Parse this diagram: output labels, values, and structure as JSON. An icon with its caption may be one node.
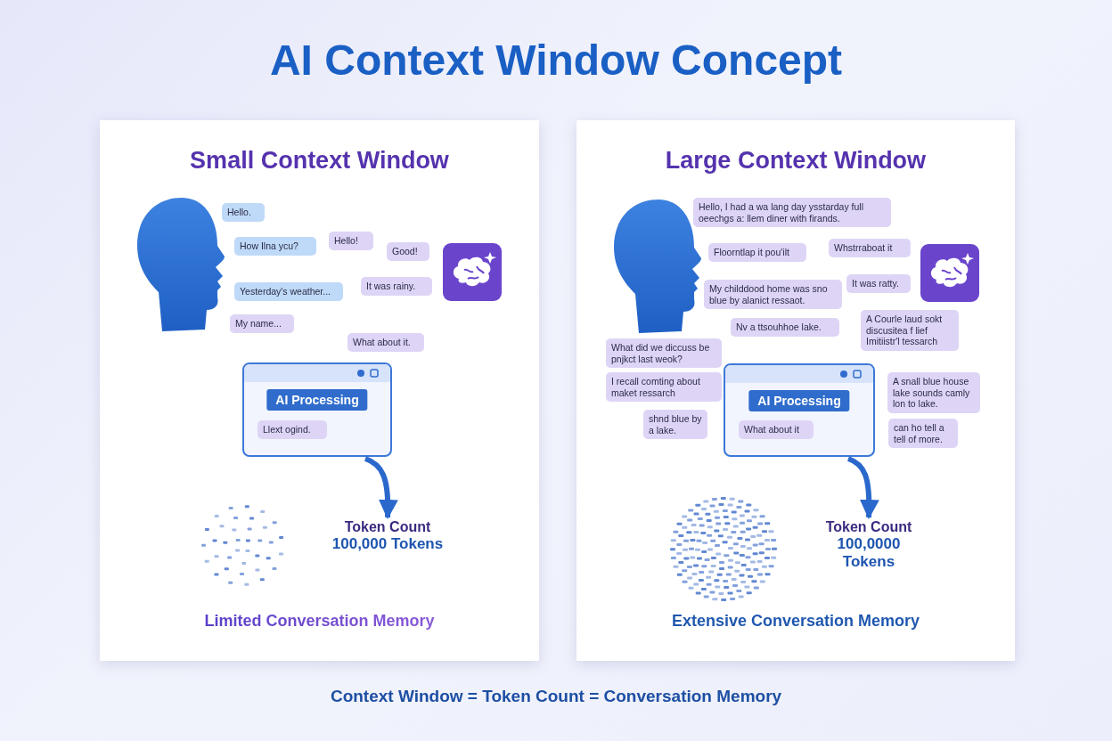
{
  "diagram": {
    "title": "AI Context Window Concept",
    "caption": "Context Window = Token Count = Conversation Memory",
    "nodes": [
      {
        "text": [
          "Small Context Window",
          "Limited Conversation Memory"
        ]
      },
      {
        "text": [
          "Hello."
        ],
        "in": 0
      },
      {
        "text": [
          "How Ilna ycu?"
        ],
        "in": 0
      },
      {
        "text": [
          "Hello!"
        ],
        "in": 0
      },
      {
        "text": [
          "Good!"
        ],
        "in": 0
      },
      {
        "text": [
          "Yesterday's weather..."
        ],
        "in": 0
      },
      {
        "text": [
          "It was rainy."
        ],
        "in": 0
      },
      {
        "text": [
          "My name..."
        ],
        "in": 0
      },
      {
        "text": [
          "What about it."
        ],
        "in": 0
      },
      {
        "text": [
          "AI Processing"
        ],
        "in": 0
      },
      {
        "text": [
          "Llext ogind."
        ],
        "in": 9
      },
      {
        "text": [
          "Token Count",
          "100,000 Tokens"
        ],
        "in": 0
      },
      {
        "text": [
          "Large Context Window",
          "Extensive Conversation Memory"
        ]
      },
      {
        "text": [
          "Hello, I had a wa lang day ysstarday full oeechgs a: llem diner with firands."
        ],
        "in": 12
      },
      {
        "text": [
          "Floorntlap it pou'ilt"
        ],
        "in": 12
      },
      {
        "text": [
          "Whstrraboat it"
        ],
        "in": 12
      },
      {
        "text": [
          "My childdood home was sno blue by alanict ressaot."
        ],
        "in": 12
      },
      {
        "text": [
          "It was ratty."
        ],
        "in": 12
      },
      {
        "text": [
          "Nv a ttsouhhoe lake."
        ],
        "in": 12
      },
      {
        "text": [
          "A Courle laud sokt discusitea f lief Imitiistr'l tessarch"
        ],
        "in": 12
      },
      {
        "text": [
          "What did we diccuss be pnjkct last weok?"
        ],
        "in": 12
      },
      {
        "text": [
          "I recall comting about maket ressarch"
        ],
        "in": 12
      },
      {
        "text": [
          "AI Processing"
        ],
        "in": 12
      },
      {
        "text": [
          "What about it"
        ],
        "in": 22
      },
      {
        "text": [
          "A snall blue house lake sounds camly lon to lake."
        ],
        "in": 12
      },
      {
        "text": [
          "shnd blue by a lake."
        ],
        "in": 12
      },
      {
        "text": [
          "can ho tell a tell of more."
        ],
        "in": 12
      },
      {
        "text": [
          "Token Count",
          "100,0000 Tokens"
        ],
        "in": 12
      }
    ],
    "edges": [
      {
        "from": 9,
        "to": 11,
        "arrow": "to"
      },
      {
        "from": 22,
        "to": 27,
        "arrow": "to"
      }
    ]
  }
}
